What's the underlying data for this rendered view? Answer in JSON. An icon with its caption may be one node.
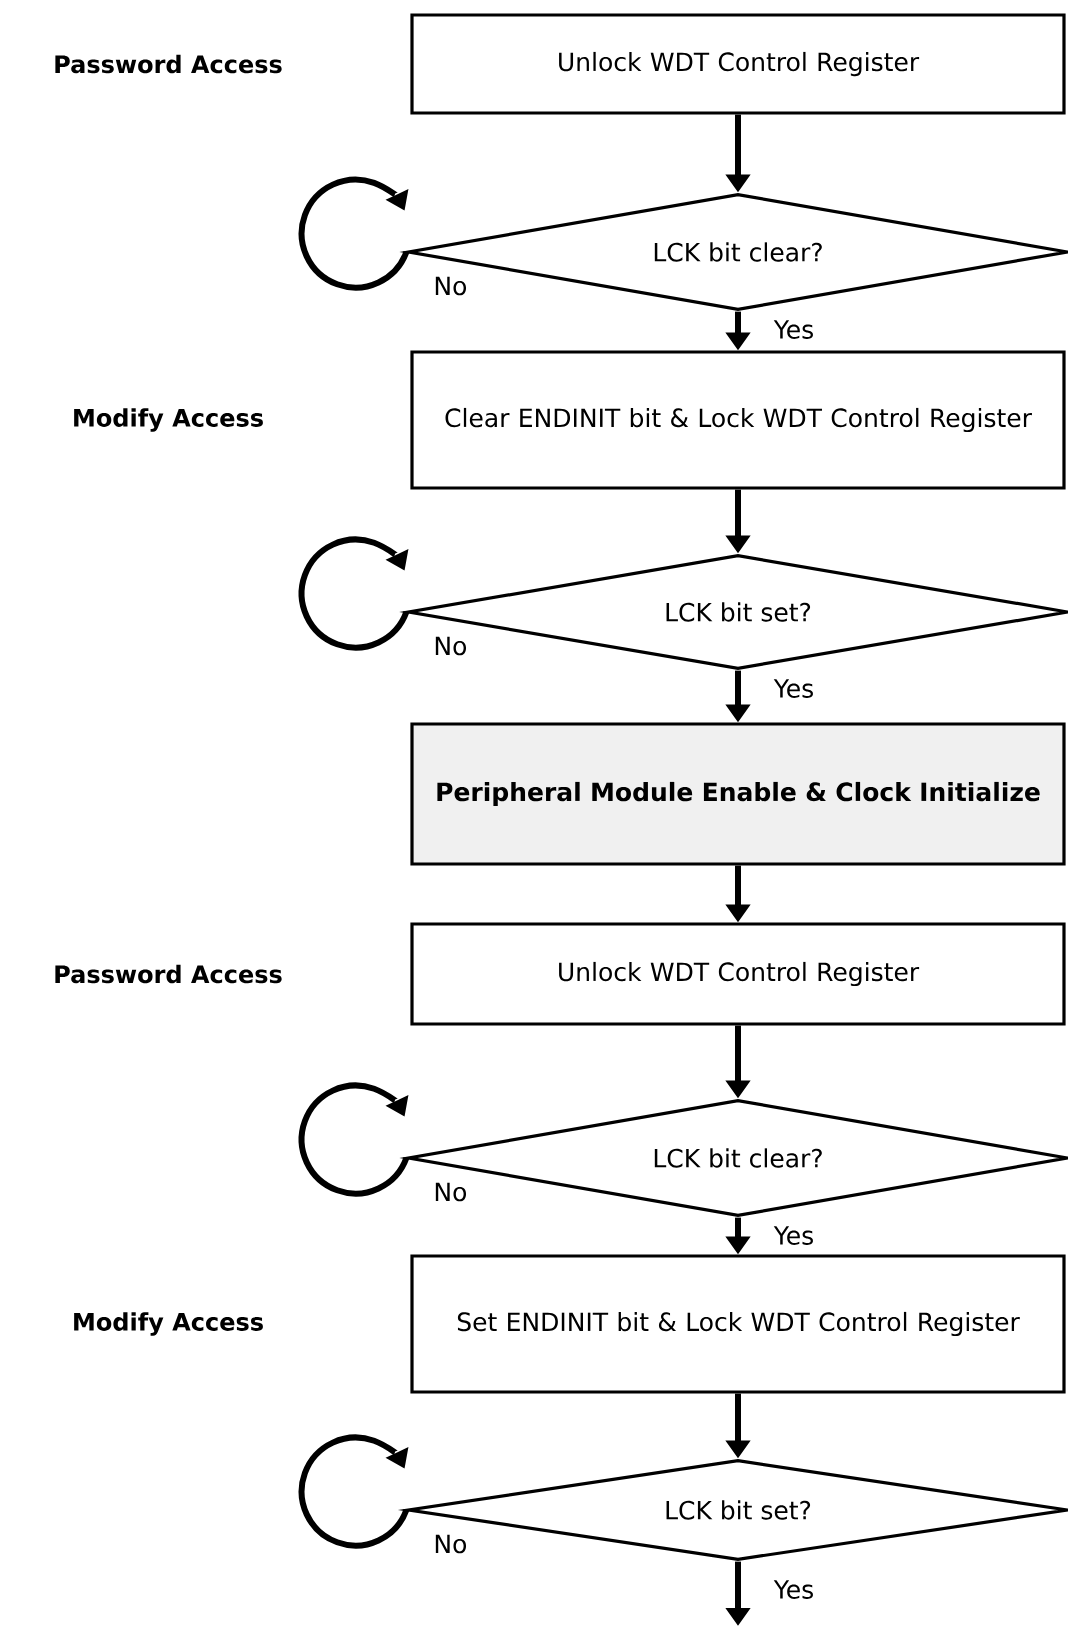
{
  "diagram": {
    "nodes": [
      {
        "text": [
          "Unlock WDT Control Register"
        ]
      },
      {
        "text": [
          "LCK bit clear?"
        ]
      },
      {
        "text": [
          "Clear ENDINIT bit & Lock WDT Control Register"
        ]
      },
      {
        "text": [
          "LCK bit set?"
        ]
      },
      {
        "text": [
          "Peripheral Module Enable & Clock Initialize"
        ]
      },
      {
        "text": [
          "Unlock WDT Control Register"
        ]
      },
      {
        "text": [
          "LCK bit clear?"
        ]
      },
      {
        "text": [
          "Set ENDINIT bit & Lock WDT Control Register"
        ]
      },
      {
        "text": [
          "LCK bit set?"
        ]
      }
    ],
    "edges": [
      {
        "from": 0,
        "to": 1,
        "arrow": "to"
      },
      {
        "from": 1,
        "to": 1,
        "arrow": "to",
        "label": "No"
      },
      {
        "from": 1,
        "to": 2,
        "arrow": "to",
        "label": "Yes"
      },
      {
        "from": 2,
        "to": 3,
        "arrow": "to"
      },
      {
        "from": 3,
        "to": 3,
        "arrow": "to",
        "label": "No"
      },
      {
        "from": 3,
        "to": 4,
        "arrow": "to",
        "label": "Yes"
      },
      {
        "from": 4,
        "to": 5,
        "arrow": "to"
      },
      {
        "from": 5,
        "to": 6,
        "arrow": "to"
      },
      {
        "from": 6,
        "to": 6,
        "arrow": "to",
        "label": "No"
      },
      {
        "from": 6,
        "to": 7,
        "arrow": "to",
        "label": "Yes"
      },
      {
        "from": 7,
        "to": 8,
        "arrow": "to"
      },
      {
        "from": 8,
        "to": 8,
        "arrow": "to",
        "label": "No"
      },
      {
        "from": 8,
        "to": null,
        "arrow": "to",
        "label": "Yes"
      }
    ],
    "labels": [
      "Password Access",
      "Modify Access",
      "Password Access",
      "Modify Access"
    ]
  }
}
